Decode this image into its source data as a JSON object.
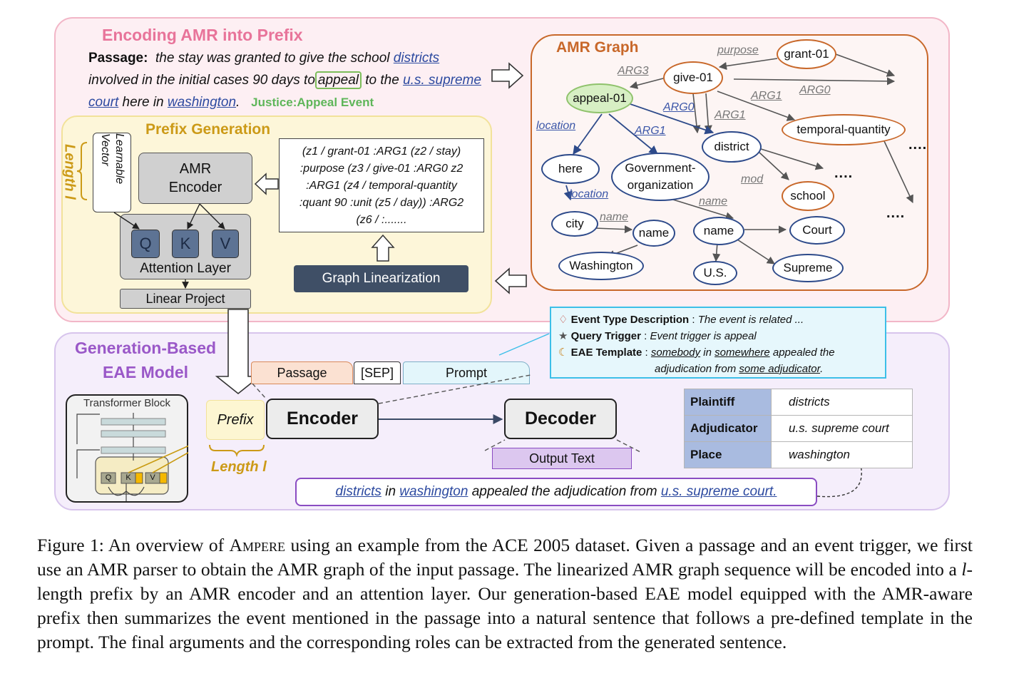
{
  "encoding": {
    "title": "Encoding AMR into Prefix",
    "passage_label": "Passage:",
    "passage_parts": [
      "the stay was granted to give the school",
      "districts",
      "involved in the initial cases 90 days to",
      "appeal",
      "to the",
      "u.s. supreme court",
      "here in",
      "washington",
      "."
    ],
    "event_type": "Justice:Appeal Event"
  },
  "prefix_generation": {
    "title": "Prefix Generation",
    "length_label": "Length l",
    "learnable_vector": "Learnable Vector",
    "amr_encoder": "AMR Encoder",
    "q": "Q",
    "k": "K",
    "v": "V",
    "attention_layer": "Attention Layer",
    "linear_project": "Linear Project",
    "linearized": [
      "(z1 / grant-01 :ARG1 (z2 / stay)",
      ":purpose (z3 / give-01 :ARG0 z2",
      ":ARG1 (z4 / temporal-quantity",
      ":quant 90 :unit (z5 / day)) :ARG2",
      "(z6 / :......."
    ],
    "graph_linearization": "Graph Linearization"
  },
  "amr_graph": {
    "title": "AMR Graph",
    "nodes": {
      "grant": "grant-01",
      "give": "give-01",
      "appeal": "appeal-01",
      "temporal": "temporal-quantity",
      "district": "district",
      "here": "here",
      "gov1": "Government-",
      "gov2": "organization",
      "school": "school",
      "city": "city",
      "name1": "name",
      "name2": "name",
      "court": "Court",
      "washington": "Washington",
      "us": "U.S.",
      "supreme": "Supreme"
    },
    "edges": {
      "purpose": "purpose",
      "arg3": "ARG3",
      "arg1a": "ARG1",
      "arg0a": "ARG0",
      "arg0b": "ARG0",
      "arg1b": "ARG1",
      "location1": "location",
      "arg1c": "ARG1",
      "mod": "mod",
      "location2": "location",
      "name_a": "name",
      "name_b": "name"
    },
    "dots": "...."
  },
  "generation": {
    "title_line1": "Generation-Based",
    "title_line2": "EAE Model",
    "transformer_block": "Transformer Block",
    "tq": "Q",
    "tk": "K",
    "tv": "V",
    "prefix": "Prefix",
    "length_label": "Length l",
    "encoder": "Encoder",
    "decoder": "Decoder",
    "passage_tab": "Passage",
    "sep_tab": "[SEP]",
    "prompt_tab": "Prompt",
    "output_text": "Output Text",
    "output_parts": [
      "districts",
      "in",
      "washington",
      "appealed the adjudication from",
      "u.s. supreme court."
    ]
  },
  "prompt_box": {
    "line1_label": "Event Type Description",
    "line1_text": "The event is related  ...",
    "line2_label": "Query Trigger",
    "line2_text": "Event trigger is appeal",
    "line3_label": "EAE Template",
    "t_somebody": "somebody",
    "t_in": "in",
    "t_somewhere": "somewhere",
    "t_appealed": "appealed the",
    "t_adjud": "adjudication from",
    "t_someadj": "some adjudicator",
    "t_dot": ".",
    "sep": ":"
  },
  "roles": [
    {
      "role": "Plaintiff",
      "value": "districts"
    },
    {
      "role": "Adjudicator",
      "value": "u.s. supreme court"
    },
    {
      "role": "Place",
      "value": "washington"
    }
  ],
  "caption": {
    "lead": "Figure 1: An overview of",
    "system": "Ampere",
    "rest": "using an example from the ACE 2005 dataset. Given a passage and an event trigger, we first use an AMR parser to obtain the AMR graph of the input passage. The linearized AMR graph sequence will be encoded into a",
    "l": "l",
    "rest2": "-length prefix by an AMR encoder and an attention layer. Our generation-based EAE model equipped with the AMR-aware prefix then summarizes the event mentioned in the passage into a natural sentence that follows a pre-defined template in the prompt. The final arguments and the corresponding roles can be extracted from the generated sentence."
  },
  "colors": {
    "pink_title": "#e8749a",
    "gold_title": "#cc9a17",
    "amr_orange": "#c8682a",
    "purple_title": "#9a58c8",
    "entity_blue": "#2d4aa0",
    "event_green": "#5fb65a",
    "prompt_border": "#3cbfe8",
    "role_blue": "#a9bbe0"
  }
}
